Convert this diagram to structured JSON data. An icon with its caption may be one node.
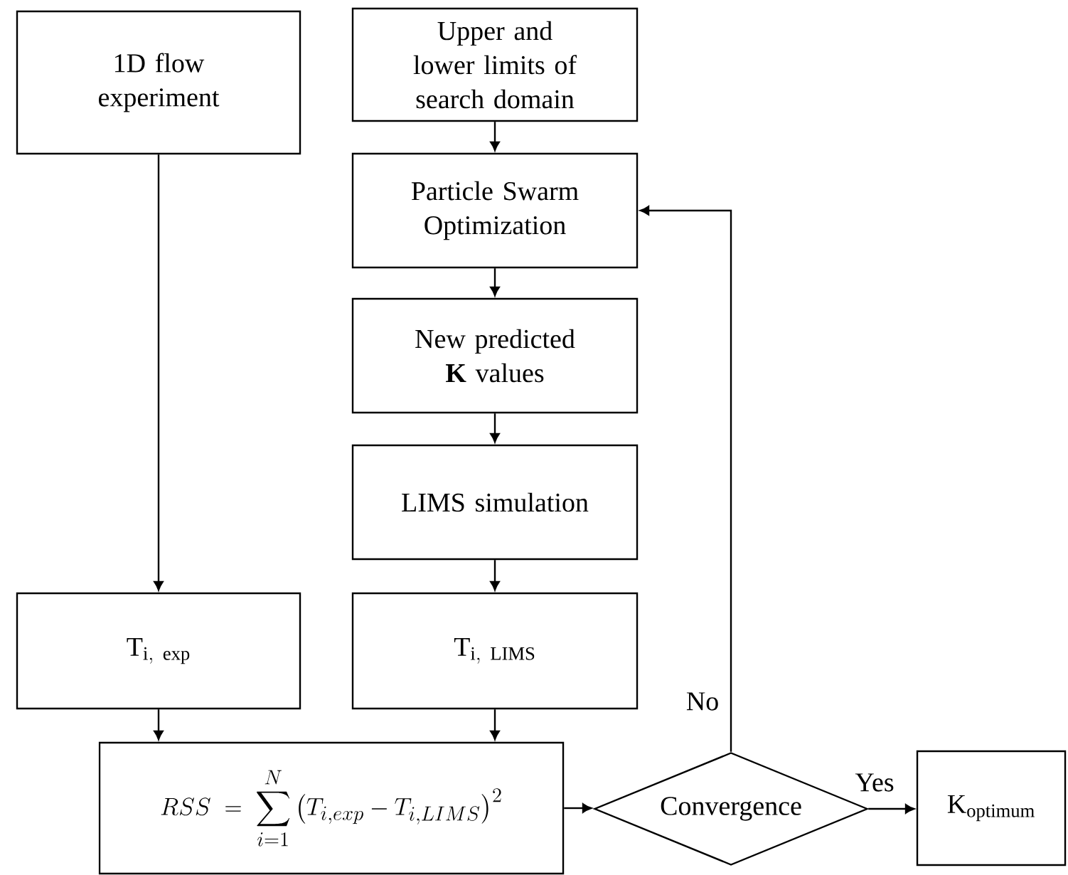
{
  "diagram": {
    "nodes": [
      {
        "text": [
          "1D flow experiment"
        ]
      },
      {
        "text": [
          "Upper and lower limits of search domain"
        ]
      },
      {
        "text": [
          "Particle Swarm Optimization"
        ]
      },
      {
        "text": [
          "New predicted **K** values"
        ]
      },
      {
        "text": [
          "LIMS simulation"
        ]
      },
      {
        "text": [
          "\\mathrm{T}_{\\mathrm{i,\\ exp}}"
        ]
      },
      {
        "text": [
          "\\mathrm{T}_{\\mathrm{i,\\ LIMS}}"
        ]
      },
      {
        "text": [
          "RSS = \\sum_{i=1}^{N}\\left(T_{i,exp} - T_{i,LIMS}\\right)^{2}"
        ]
      },
      {
        "text": [
          "Convergence"
        ]
      },
      {
        "text": [
          "\\mathrm{K}_{\\mathrm{optimum}}"
        ]
      }
    ],
    "edges": [
      {
        "from": 0,
        "to": 5,
        "arrow": "to"
      },
      {
        "from": 1,
        "to": 2,
        "arrow": "to"
      },
      {
        "from": 2,
        "to": 3,
        "arrow": "to"
      },
      {
        "from": 3,
        "to": 4,
        "arrow": "to"
      },
      {
        "from": 4,
        "to": 6,
        "arrow": "to"
      },
      {
        "from": 5,
        "to": 7,
        "arrow": "to"
      },
      {
        "from": 6,
        "to": 7,
        "arrow": "to"
      },
      {
        "from": 7,
        "to": 8,
        "arrow": "to"
      },
      {
        "from": 8,
        "to": 2,
        "arrow": "to",
        "label": "No"
      },
      {
        "from": 8,
        "to": 9,
        "arrow": "to",
        "label": "Yes"
      }
    ]
  }
}
